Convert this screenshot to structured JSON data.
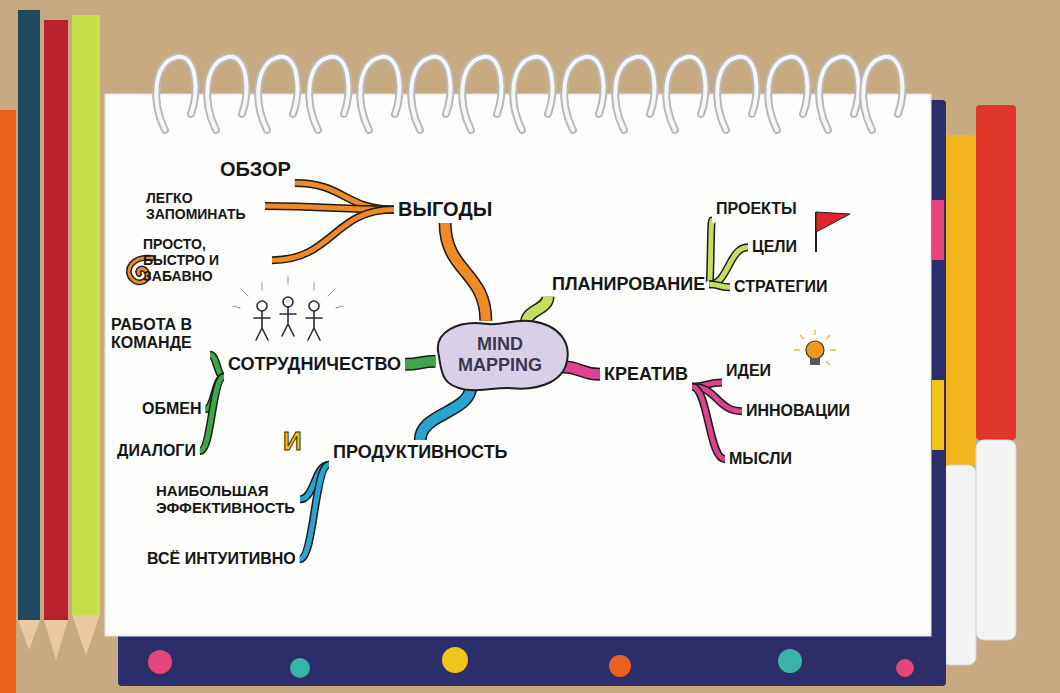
{
  "diagram": {
    "nodes": [
      {
        "text": [
          "MIND MAPPING"
        ]
      },
      {
        "text": [
          "ВЫГОДЫ"
        ]
      },
      {
        "text": [
          "ОБЗОР"
        ]
      },
      {
        "text": [
          "ЛЕГКО ЗАПОМИНАТЬ"
        ]
      },
      {
        "text": [
          "ПРОСТО, БЫСТРО И ЗАБАВНО"
        ]
      },
      {
        "text": [
          "СОТРУДНИЧЕСТВО"
        ]
      },
      {
        "text": [
          "РАБОТА В КОМАНДЕ"
        ]
      },
      {
        "text": [
          "ОБМЕН"
        ]
      },
      {
        "text": [
          "ДИАЛОГИ"
        ]
      },
      {
        "text": [
          "ПРОДУКТИВНОСТЬ"
        ]
      },
      {
        "text": [
          "НАИБОЛЬШАЯ ЭФФЕКТИВНОСТЬ"
        ]
      },
      {
        "text": [
          "ВСЁ ИНТУИТИВНО"
        ]
      },
      {
        "text": [
          "ПЛАНИРОВАНИЕ"
        ]
      },
      {
        "text": [
          "ПРОЕКТЫ"
        ]
      },
      {
        "text": [
          "ЦЕЛИ"
        ]
      },
      {
        "text": [
          "СТРАТЕГИИ"
        ]
      },
      {
        "text": [
          "КРЕАТИВ"
        ]
      },
      {
        "text": [
          "ИДЕИ"
        ]
      },
      {
        "text": [
          "ИННОВАЦИИ"
        ]
      },
      {
        "text": [
          "МЫСЛИ"
        ]
      }
    ],
    "edges": [
      {
        "from": 0,
        "to": 1,
        "arrow": "none"
      },
      {
        "from": 1,
        "to": 2,
        "arrow": "none"
      },
      {
        "from": 1,
        "to": 3,
        "arrow": "none"
      },
      {
        "from": 1,
        "to": 4,
        "arrow": "none"
      },
      {
        "from": 0,
        "to": 5,
        "arrow": "none"
      },
      {
        "from": 5,
        "to": 6,
        "arrow": "none"
      },
      {
        "from": 5,
        "to": 7,
        "arrow": "none"
      },
      {
        "from": 5,
        "to": 8,
        "arrow": "none"
      },
      {
        "from": 0,
        "to": 9,
        "arrow": "none"
      },
      {
        "from": 9,
        "to": 10,
        "arrow": "none"
      },
      {
        "from": 9,
        "to": 11,
        "arrow": "none"
      },
      {
        "from": 0,
        "to": 12,
        "arrow": "none"
      },
      {
        "from": 12,
        "to": 13,
        "arrow": "none"
      },
      {
        "from": 12,
        "to": 14,
        "arrow": "none"
      },
      {
        "from": 12,
        "to": 15,
        "arrow": "none"
      },
      {
        "from": 0,
        "to": 16,
        "arrow": "none"
      },
      {
        "from": 16,
        "to": 17,
        "arrow": "none"
      },
      {
        "from": 16,
        "to": 18,
        "arrow": "none"
      },
      {
        "from": 16,
        "to": 19,
        "arrow": "none"
      }
    ],
    "labels": [
      "И"
    ]
  }
}
